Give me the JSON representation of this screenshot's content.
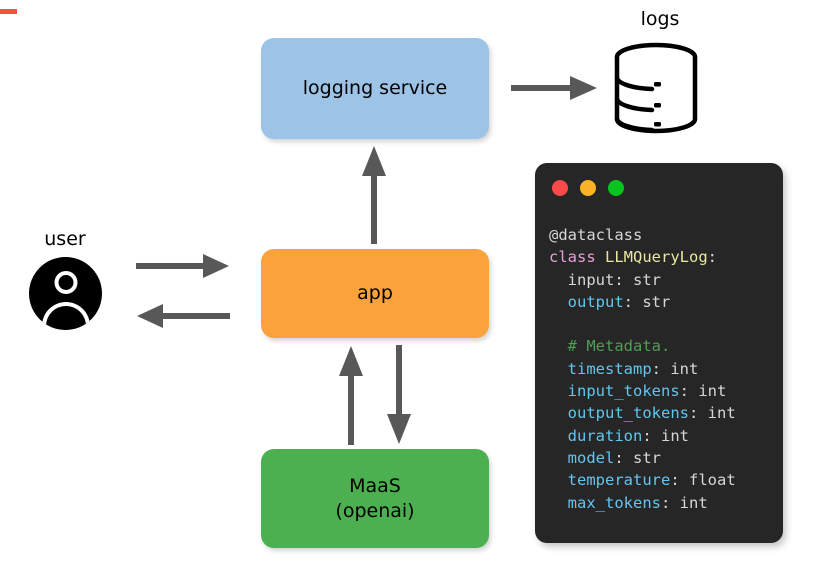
{
  "marks": {
    "top_left_accent_color": "#f1543f"
  },
  "diagram": {
    "nodes": [
      {
        "id": "logging-service",
        "label": "logging service",
        "color": "#9dc3e6"
      },
      {
        "id": "app",
        "label": "app",
        "color": "#faa33c"
      },
      {
        "id": "maas",
        "label": "MaaS\n(openai)",
        "color": "#4cb050"
      }
    ],
    "actors": [
      {
        "id": "user",
        "label": "user",
        "icon": "user-avatar-icon",
        "color": "#000000"
      },
      {
        "id": "logs",
        "label": "logs",
        "icon": "database-icon",
        "color": "#000000"
      }
    ],
    "arrow_color": "#585858",
    "arrows": [
      {
        "id": "user-to-app",
        "direction": "right"
      },
      {
        "id": "app-to-user",
        "direction": "left"
      },
      {
        "id": "app-to-logging",
        "direction": "up"
      },
      {
        "id": "maas-to-app",
        "direction": "up"
      },
      {
        "id": "app-to-maas",
        "direction": "down"
      },
      {
        "id": "logging-to-logs",
        "direction": "right"
      }
    ]
  },
  "code_panel": {
    "window_dots": [
      {
        "name": "close-dot",
        "color": "#fb4a4a"
      },
      {
        "name": "minimize-dot",
        "color": "#fbb425"
      },
      {
        "name": "maximize-dot",
        "color": "#09c41f"
      }
    ],
    "background_color": "#262626",
    "language": "python",
    "lines": [
      [
        {
          "t": "@dataclass",
          "c": "default"
        }
      ],
      [
        {
          "t": "class",
          "c": "keyword"
        },
        {
          "t": " ",
          "c": "default"
        },
        {
          "t": "LLMQueryLog",
          "c": "classname"
        },
        {
          "t": ":",
          "c": "punct"
        }
      ],
      [
        {
          "t": "  ",
          "c": "default"
        },
        {
          "t": "input",
          "c": "default"
        },
        {
          "t": ": ",
          "c": "punct"
        },
        {
          "t": "str",
          "c": "type"
        }
      ],
      [
        {
          "t": "  ",
          "c": "default"
        },
        {
          "t": "output",
          "c": "field"
        },
        {
          "t": ": ",
          "c": "punct"
        },
        {
          "t": "str",
          "c": "type"
        }
      ],
      [
        {
          "t": "",
          "c": "default"
        }
      ],
      [
        {
          "t": "  ",
          "c": "default"
        },
        {
          "t": "# Metadata.",
          "c": "comment"
        }
      ],
      [
        {
          "t": "  ",
          "c": "default"
        },
        {
          "t": "timestamp",
          "c": "field"
        },
        {
          "t": ": ",
          "c": "punct"
        },
        {
          "t": "int",
          "c": "type"
        }
      ],
      [
        {
          "t": "  ",
          "c": "default"
        },
        {
          "t": "input_tokens",
          "c": "field"
        },
        {
          "t": ": ",
          "c": "punct"
        },
        {
          "t": "int",
          "c": "type"
        }
      ],
      [
        {
          "t": "  ",
          "c": "default"
        },
        {
          "t": "output_tokens",
          "c": "field"
        },
        {
          "t": ": ",
          "c": "punct"
        },
        {
          "t": "int",
          "c": "type"
        }
      ],
      [
        {
          "t": "  ",
          "c": "default"
        },
        {
          "t": "duration",
          "c": "field"
        },
        {
          "t": ": ",
          "c": "punct"
        },
        {
          "t": "int",
          "c": "type"
        }
      ],
      [
        {
          "t": "  ",
          "c": "default"
        },
        {
          "t": "model",
          "c": "field"
        },
        {
          "t": ": ",
          "c": "punct"
        },
        {
          "t": "str",
          "c": "type"
        }
      ],
      [
        {
          "t": "  ",
          "c": "default"
        },
        {
          "t": "temperature",
          "c": "field"
        },
        {
          "t": ": ",
          "c": "punct"
        },
        {
          "t": "float",
          "c": "type"
        }
      ],
      [
        {
          "t": "  ",
          "c": "default"
        },
        {
          "t": "max_tokens",
          "c": "field"
        },
        {
          "t": ": ",
          "c": "punct"
        },
        {
          "t": "int",
          "c": "type"
        }
      ]
    ]
  }
}
